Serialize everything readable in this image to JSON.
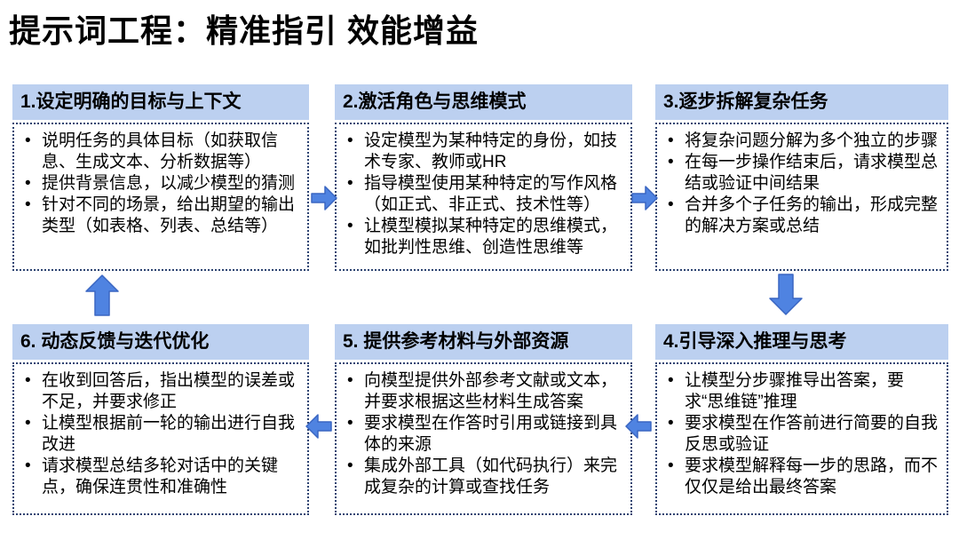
{
  "title": "提示词工程：精准指引 效能增益",
  "colors": {
    "header_bg": "#BCD0F0",
    "border": "#2E4472",
    "arrow_fill": "#4F83E1",
    "arrow_stroke": "#3A66C2"
  },
  "boxes": [
    {
      "header": "1.设定明确的目标与上下文",
      "bullets": [
        "说明任务的具体目标（如获取信息、生成文本、分析数据等）",
        "提供背景信息，以减少模型的猜测",
        "针对不同的场景，给出期望的输出类型（如表格、列表、总结等）"
      ]
    },
    {
      "header": "2.激活角色与思维模式",
      "bullets": [
        "设定模型为某种特定的身份，如技术专家、教师或HR",
        "指导模型使用某种特定的写作风格（如正式、非正式、技术性等）",
        "让模型模拟某种特定的思维模式，如批判性思维、创造性思维等"
      ]
    },
    {
      "header": "3.逐步拆解复杂任务",
      "bullets": [
        "将复杂问题分解为多个独立的步骤",
        "在每一步操作结束后，请求模型总结或验证中间结果",
        "合并多个子任务的输出，形成完整的解决方案或总结"
      ]
    },
    {
      "header": "4.引导深入推理与思考",
      "bullets": [
        "让模型分步骤推导出答案，要求“思维链”推理",
        "要求模型在作答前进行简要的自我反思或验证",
        "要求模型解释每一步的思路，而不仅仅是给出最终答案"
      ]
    },
    {
      "header": "5. 提供参考材料与外部资源",
      "bullets": [
        "向模型提供外部参考文献或文本，并要求根据这些材料生成答案",
        "要求模型在作答时引用或链接到具体的来源",
        "集成外部工具（如代码执行）来完成复杂的计算或查找任务"
      ]
    },
    {
      "header": "6. 动态反馈与迭代优化",
      "bullets": [
        "在收到回答后，指出模型的误差或不足，并要求修正",
        "让模型根据前一轮的输出进行自我改进",
        "请求模型总结多轮对话中的关键点，确保连贯性和准确性"
      ]
    }
  ],
  "arrows": [
    {
      "name": "arrow-1-to-2",
      "direction": "right"
    },
    {
      "name": "arrow-2-to-3",
      "direction": "right"
    },
    {
      "name": "arrow-3-to-4",
      "direction": "down"
    },
    {
      "name": "arrow-4-to-5",
      "direction": "left"
    },
    {
      "name": "arrow-5-to-6",
      "direction": "left"
    },
    {
      "name": "arrow-6-to-1",
      "direction": "up"
    }
  ]
}
